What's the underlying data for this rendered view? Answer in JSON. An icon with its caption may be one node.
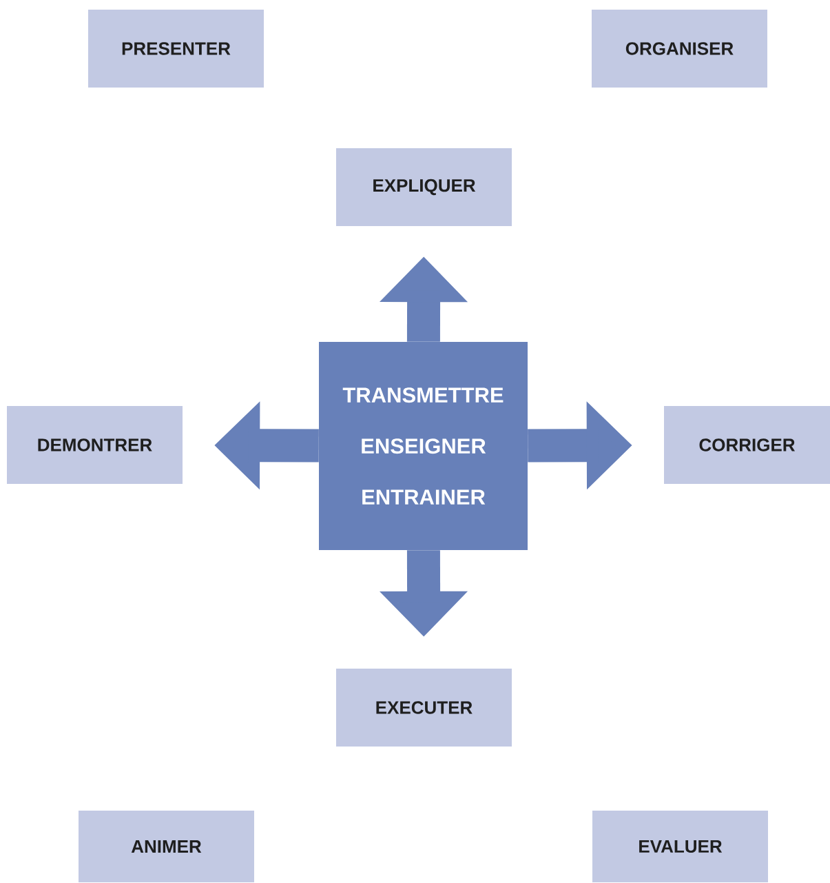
{
  "diagram": {
    "nodes": [
      {
        "text": [
          "PRESENTER"
        ]
      },
      {
        "text": [
          "ORGANISER"
        ]
      },
      {
        "text": [
          "EXPLIQUER"
        ]
      },
      {
        "text": [
          "TRANSMETTRE",
          "ENSEIGNER",
          "ENTRAINER"
        ]
      },
      {
        "text": [
          "DEMONTRER"
        ]
      },
      {
        "text": [
          "CORRIGER"
        ]
      },
      {
        "text": [
          "EXECUTER"
        ]
      },
      {
        "text": [
          "ANIMER"
        ]
      },
      {
        "text": [
          "EVALUER"
        ]
      }
    ],
    "edges": [
      {
        "from": 3,
        "to": 2,
        "arrow": "to"
      },
      {
        "from": 3,
        "to": 4,
        "arrow": "to"
      },
      {
        "from": 3,
        "to": 5,
        "arrow": "to"
      },
      {
        "from": 3,
        "to": 6,
        "arrow": "to"
      }
    ]
  }
}
